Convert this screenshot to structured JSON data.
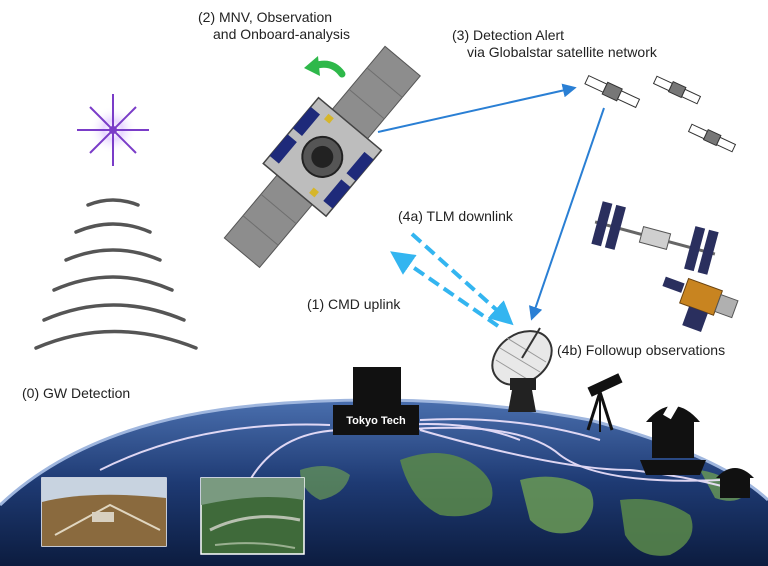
{
  "labels": {
    "step2_line1": "(2)  MNV, Observation",
    "step2_line2": "and Onboard-analysis",
    "step3_line1": "(3)  Detection Alert",
    "step3_line2": "via Globalstar satellite network",
    "step4a": "(4a)  TLM downlink",
    "step1": "(1)  CMD uplink",
    "step4b": "(4b)  Followup observations",
    "step0": "(0)  GW Detection",
    "ground_station": "Tokyo Tech"
  },
  "colors": {
    "alert_arrow": "#2a7fd4",
    "link_arrow": "#33b5f0",
    "earth_ocean": "#1e3a73",
    "earth_land": "#5b8a4a",
    "wave": "#555555",
    "star": "#7a3cc8",
    "rotation_arrow": "#2eb84a",
    "network_line": "#f2e6ff"
  },
  "icons": {
    "gw_source": "starburst-icon",
    "spacecraft": "satellite-icon",
    "relay": "globalstar-satellite-icon",
    "station": "radio-dish-icon",
    "telescope": "telescope-icon",
    "iss": "space-station-icon"
  }
}
